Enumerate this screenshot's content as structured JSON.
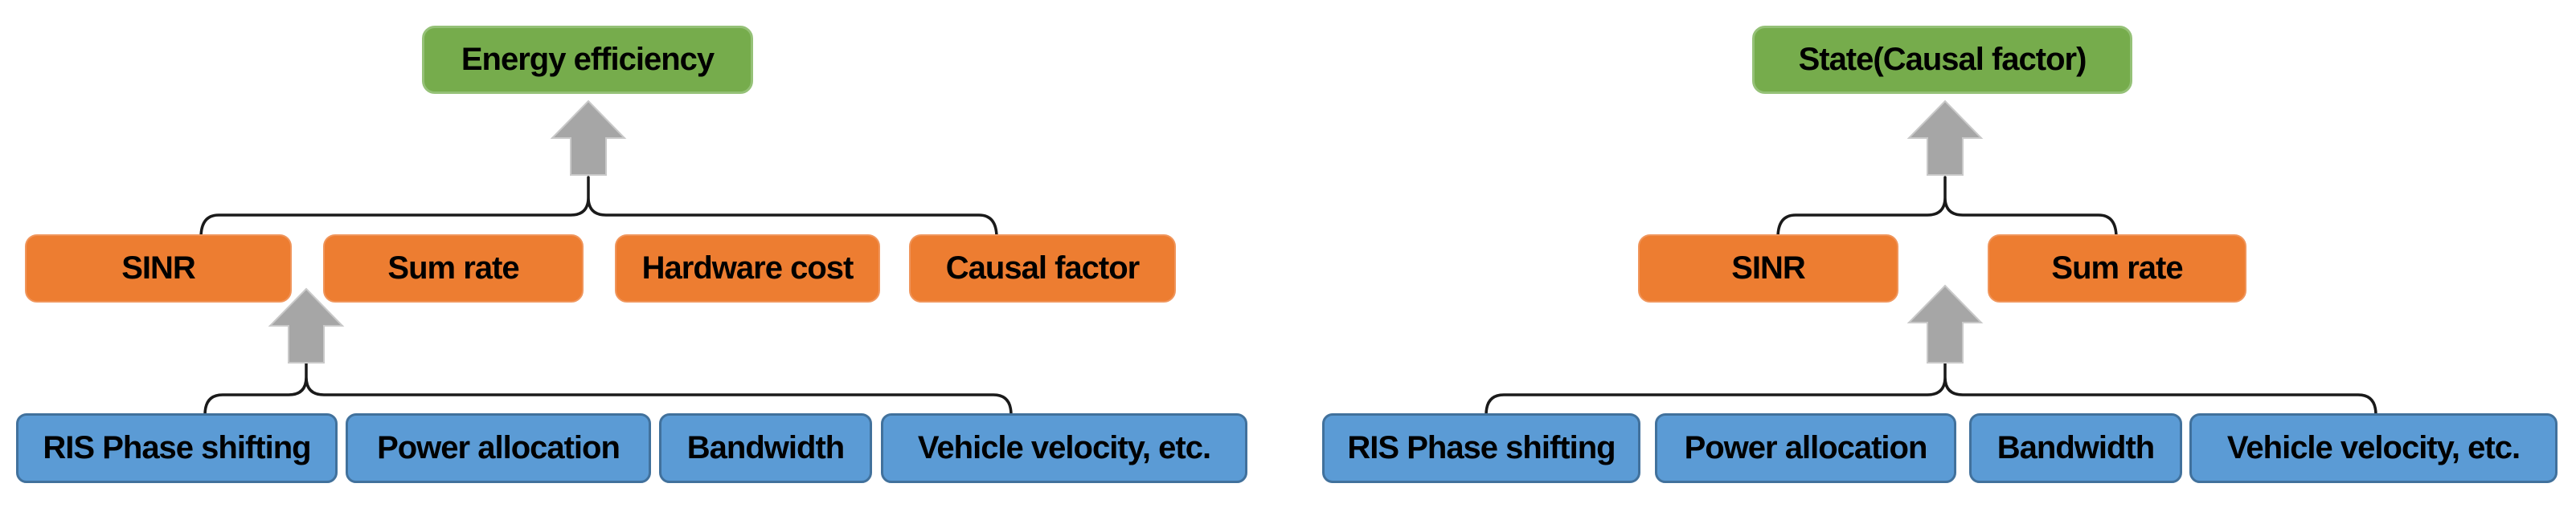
{
  "colors": {
    "background": "#FFFFFF",
    "text": "#000000",
    "top_node_fill": "#76AC4C",
    "top_node_border": "#95C177",
    "mid_node_fill": "#ED7D31",
    "mid_node_border": "#F0955B",
    "bottom_node_fill": "#5B9BD5",
    "bottom_node_border": "#41719C",
    "arrow_fill": "#A6A6A6",
    "arrow_border": "#C9C9C9",
    "brace_stroke": "#1A1A1A"
  },
  "icons": {
    "up_arrow": "block-up-arrow-icon",
    "brace": "curly-brace-connector"
  },
  "diagrams": [
    {
      "side": "left",
      "goal": {
        "label": "Energy efficiency"
      },
      "metrics": [
        {
          "label": "SINR"
        },
        {
          "label": "Sum rate"
        },
        {
          "label": "Hardware cost"
        },
        {
          "label": "Causal factor"
        }
      ],
      "inputs": [
        {
          "label": "RIS Phase shifting"
        },
        {
          "label": "Power allocation"
        },
        {
          "label": "Bandwidth"
        },
        {
          "label": "Vehicle velocity, etc."
        }
      ]
    },
    {
      "side": "right",
      "goal": {
        "label": "State(Causal factor)"
      },
      "metrics": [
        {
          "label": "SINR"
        },
        {
          "label": "Sum rate"
        }
      ],
      "inputs": [
        {
          "label": "RIS Phase shifting"
        },
        {
          "label": "Power allocation"
        },
        {
          "label": "Bandwidth"
        },
        {
          "label": "Vehicle velocity, etc."
        }
      ]
    }
  ]
}
